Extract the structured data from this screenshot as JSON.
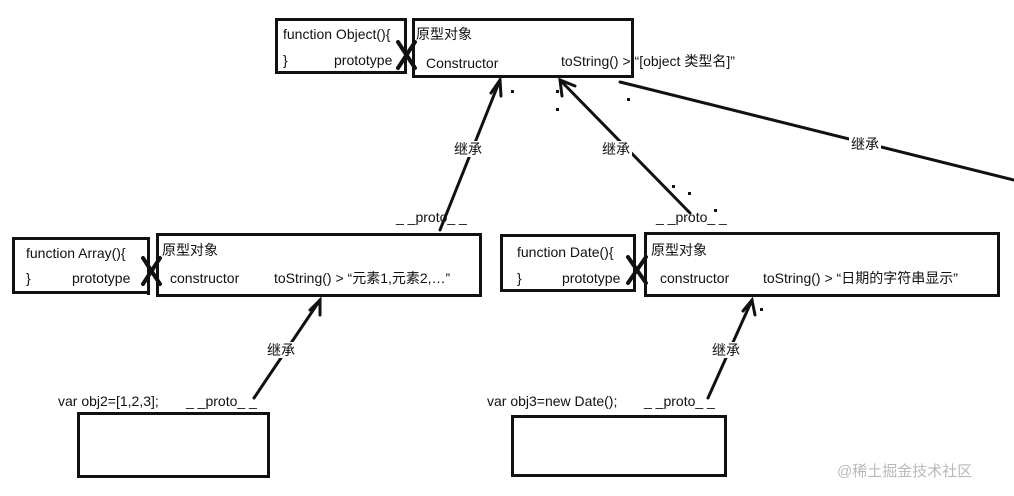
{
  "object_fn": {
    "line1": "function Object(){",
    "close": "}",
    "prototype": "prototype"
  },
  "object_proto": {
    "title": "原型对象",
    "constructor": "Constructor",
    "tostring": "toString() > “[object 类型名]”"
  },
  "array_fn": {
    "line1": "function  Array(){",
    "close": "}",
    "prototype": "prototype"
  },
  "array_proto": {
    "title": "原型对象",
    "constructor": "constructor",
    "tostring": "toString() > “元素1,元素2,…”"
  },
  "date_fn": {
    "line1": "function  Date(){",
    "close": "}",
    "prototype": "prototype"
  },
  "date_proto": {
    "title": "原型对象",
    "constructor": "constructor",
    "tostring": "toString() > “日期的字符串显示”"
  },
  "inherit": {
    "a": "继承",
    "b": "继承",
    "c": "继承",
    "d": "继承",
    "e": "继承"
  },
  "proto": {
    "array": "_ _proto_ _",
    "date": "_ _proto_ _",
    "obj2": "_ _proto_ _",
    "obj3": "_ _proto_ _"
  },
  "vars": {
    "obj2": "var obj2=[1,2,3];",
    "obj3": "var obj3=new Date();"
  },
  "watermark": "@稀土掘金技术社区"
}
